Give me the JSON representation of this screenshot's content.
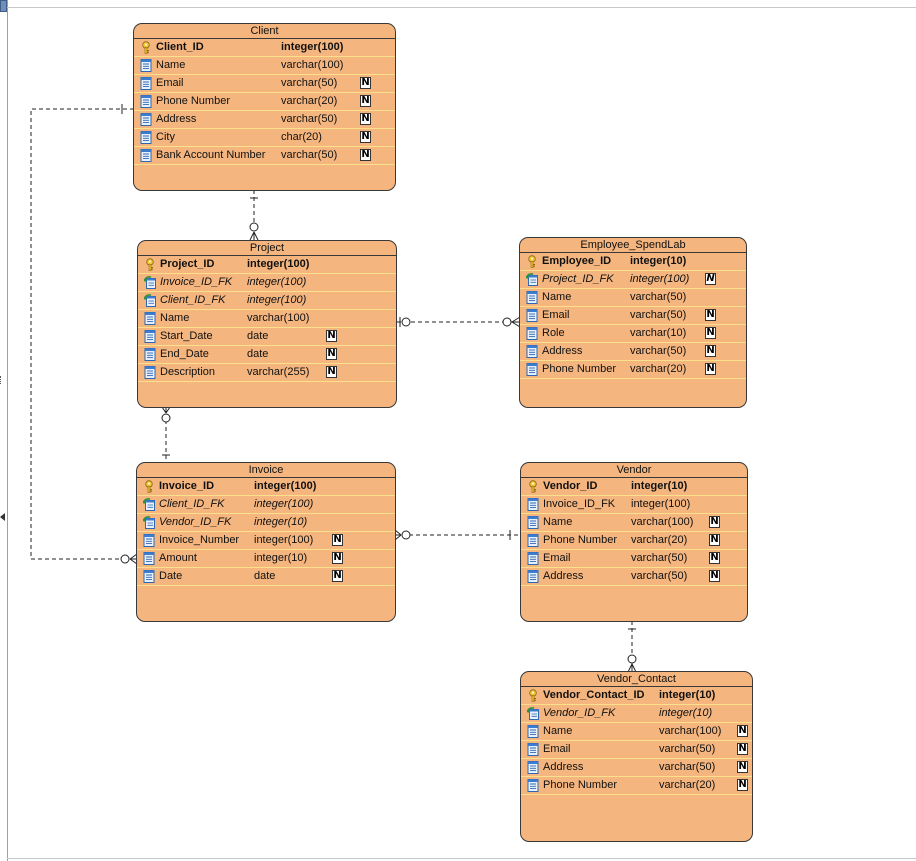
{
  "entities": {
    "client": {
      "title": "Client",
      "columns": [
        {
          "name": "Client_ID",
          "type": "integer(100)",
          "kind": "pk",
          "nullable": false
        },
        {
          "name": "Name",
          "type": "varchar(100)",
          "kind": "col",
          "nullable": false
        },
        {
          "name": "Email",
          "type": "varchar(50)",
          "kind": "col",
          "nullable": true
        },
        {
          "name": "Phone Number",
          "type": "varchar(20)",
          "kind": "col",
          "nullable": true
        },
        {
          "name": "Address",
          "type": "varchar(50)",
          "kind": "col",
          "nullable": true
        },
        {
          "name": "City",
          "type": "char(20)",
          "kind": "col",
          "nullable": true
        },
        {
          "name": "Bank Account Number",
          "type": "varchar(50)",
          "kind": "col",
          "nullable": true
        }
      ]
    },
    "project": {
      "title": "Project",
      "columns": [
        {
          "name": "Project_ID",
          "type": "integer(100)",
          "kind": "pk",
          "nullable": false
        },
        {
          "name": "Invoice_ID_FK",
          "type": "integer(100)",
          "kind": "fk",
          "nullable": false
        },
        {
          "name": "Client_ID_FK",
          "type": "integer(100)",
          "kind": "fk",
          "nullable": false
        },
        {
          "name": "Name",
          "type": "varchar(100)",
          "kind": "col",
          "nullable": false
        },
        {
          "name": "Start_Date",
          "type": "date",
          "kind": "col",
          "nullable": true
        },
        {
          "name": "End_Date",
          "type": "date",
          "kind": "col",
          "nullable": true
        },
        {
          "name": "Description",
          "type": "varchar(255)",
          "kind": "col",
          "nullable": true
        }
      ]
    },
    "employee": {
      "title": "Employee_SpendLab",
      "columns": [
        {
          "name": "Employee_ID",
          "type": "integer(10)",
          "kind": "pk",
          "nullable": false
        },
        {
          "name": "Project_ID_FK",
          "type": "integer(100)",
          "kind": "fk",
          "nullable": true
        },
        {
          "name": "Name",
          "type": "varchar(50)",
          "kind": "col",
          "nullable": false
        },
        {
          "name": "Email",
          "type": "varchar(50)",
          "kind": "col",
          "nullable": true
        },
        {
          "name": "Role",
          "type": "varchar(10)",
          "kind": "col",
          "nullable": true
        },
        {
          "name": "Address",
          "type": "varchar(50)",
          "kind": "col",
          "nullable": true
        },
        {
          "name": "Phone Number",
          "type": "varchar(20)",
          "kind": "col",
          "nullable": true
        }
      ]
    },
    "invoice": {
      "title": "Invoice",
      "columns": [
        {
          "name": "Invoice_ID",
          "type": "integer(100)",
          "kind": "pk",
          "nullable": false
        },
        {
          "name": "Client_ID_FK",
          "type": "integer(100)",
          "kind": "fk",
          "nullable": false
        },
        {
          "name": "Vendor_ID_FK",
          "type": "integer(10)",
          "kind": "fk",
          "nullable": false
        },
        {
          "name": "Invoice_Number",
          "type": "integer(100)",
          "kind": "col",
          "nullable": true
        },
        {
          "name": "Amount",
          "type": "integer(10)",
          "kind": "col",
          "nullable": true
        },
        {
          "name": "Date",
          "type": "date",
          "kind": "col",
          "nullable": true
        }
      ]
    },
    "vendor": {
      "title": "Vendor",
      "columns": [
        {
          "name": "Vendor_ID",
          "type": "integer(10)",
          "kind": "pk",
          "nullable": false
        },
        {
          "name": "Invoice_ID_FK",
          "type": "integer(100)",
          "kind": "col",
          "nullable": false
        },
        {
          "name": "Name",
          "type": "varchar(100)",
          "kind": "col",
          "nullable": true
        },
        {
          "name": "Phone Number",
          "type": "varchar(20)",
          "kind": "col",
          "nullable": true
        },
        {
          "name": "Email",
          "type": "varchar(50)",
          "kind": "col",
          "nullable": true
        },
        {
          "name": "Address",
          "type": "varchar(50)",
          "kind": "col",
          "nullable": true
        }
      ]
    },
    "vendor_contact": {
      "title": "Vendor_Contact",
      "columns": [
        {
          "name": "Vendor_Contact_ID",
          "type": "integer(10)",
          "kind": "pk",
          "nullable": false
        },
        {
          "name": "Vendor_ID_FK",
          "type": "integer(10)",
          "kind": "fk",
          "nullable": false
        },
        {
          "name": "Name",
          "type": "varchar(100)",
          "kind": "col",
          "nullable": true
        },
        {
          "name": "Email",
          "type": "varchar(50)",
          "kind": "col",
          "nullable": true
        },
        {
          "name": "Address",
          "type": "varchar(50)",
          "kind": "col",
          "nullable": true
        },
        {
          "name": "Phone Number",
          "type": "varchar(20)",
          "kind": "col",
          "nullable": true
        }
      ]
    }
  },
  "relationships": [
    {
      "from": "client",
      "to": "project",
      "from_end": "one",
      "to_end": "zero-or-many"
    },
    {
      "from": "client",
      "to": "invoice",
      "from_end": "one",
      "to_end": "zero-or-many"
    },
    {
      "from": "invoice",
      "to": "project",
      "from_end": "one",
      "to_end": "zero-or-many"
    },
    {
      "from": "project",
      "to": "employee",
      "from_end": "zero-or-one",
      "to_end": "zero-or-many"
    },
    {
      "from": "vendor",
      "to": "invoice",
      "from_end": "one",
      "to_end": "zero-or-many"
    },
    {
      "from": "vendor",
      "to": "vendor_contact",
      "from_end": "one",
      "to_end": "zero-or-many"
    }
  ],
  "null_marker": "N",
  "icons": {
    "pk": "key-icon",
    "fk": "foreign-key-icon",
    "col": "column-icon"
  },
  "colors": {
    "entity_fill": "#f4b57f",
    "row_separator": "#f9e08a",
    "border": "#383838"
  }
}
